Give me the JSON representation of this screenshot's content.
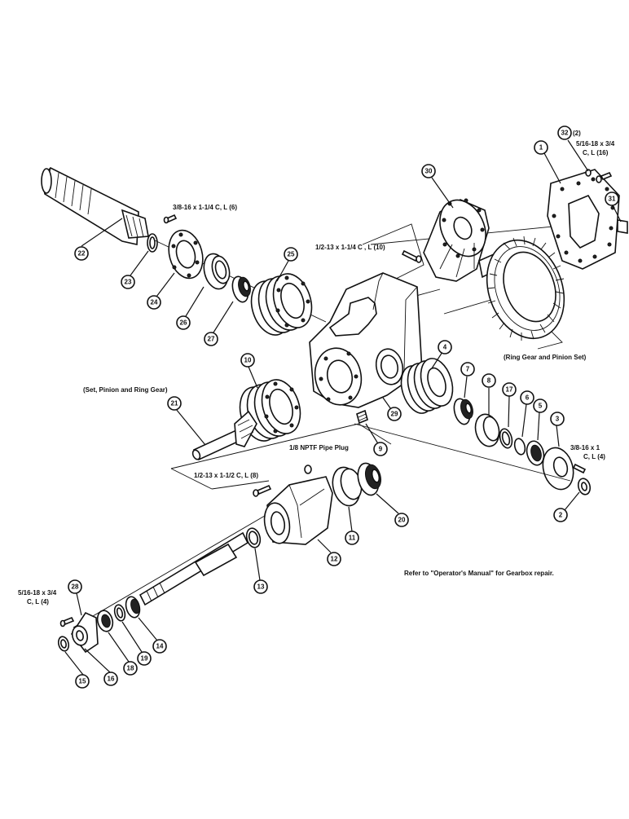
{
  "callouts": {
    "c1": "1",
    "c2": "2",
    "c3": "3",
    "c4": "4",
    "c5": "5",
    "c6": "6",
    "c7": "7",
    "c8": "8",
    "c9": "9",
    "c10": "10",
    "c11": "11",
    "c12": "12",
    "c13": "13",
    "c14": "14",
    "c15": "15",
    "c16": "16",
    "c17": "17",
    "c18": "18",
    "c19": "19",
    "c20": "20",
    "c21": "21",
    "c22": "22",
    "c23": "23",
    "c24": "24",
    "c25": "25",
    "c26": "26",
    "c27": "27",
    "c28": "28",
    "c29": "29",
    "c30": "30",
    "c31": "31",
    "c32": "32"
  },
  "labels": {
    "c32_qty": "(2)",
    "bolt_5_16_18_top_l1": "5/16-18 x 3/4",
    "bolt_5_16_18_top_l2": "C, L (16)",
    "bolt_3_8_16_top": "3/8-16 x 1-1/4 C, L (6)",
    "bolt_1_2_13_top": "1/2-13 x 1-1/4 C , L (10)",
    "ring_gear_set": "(Ring Gear and Pinion Set)",
    "set_pinion_ring": "(Set, Pinion and Ring Gear)",
    "pipe_plug": "1/8 NPTF Pipe Plug",
    "bolt_1_2_13_bottom": "1/2-13 x 1-1/2 C, L (8)",
    "bolt_3_8_16_right_l1": "3/8-16 x 1",
    "bolt_3_8_16_right_l2": "C, L (4)",
    "bolt_5_16_18_left_l1": "5/16-18 x 3/4",
    "bolt_5_16_18_left_l2": "C, L (4)",
    "refer_note": "Refer to \"Operator's Manual\" for Gearbox repair."
  }
}
